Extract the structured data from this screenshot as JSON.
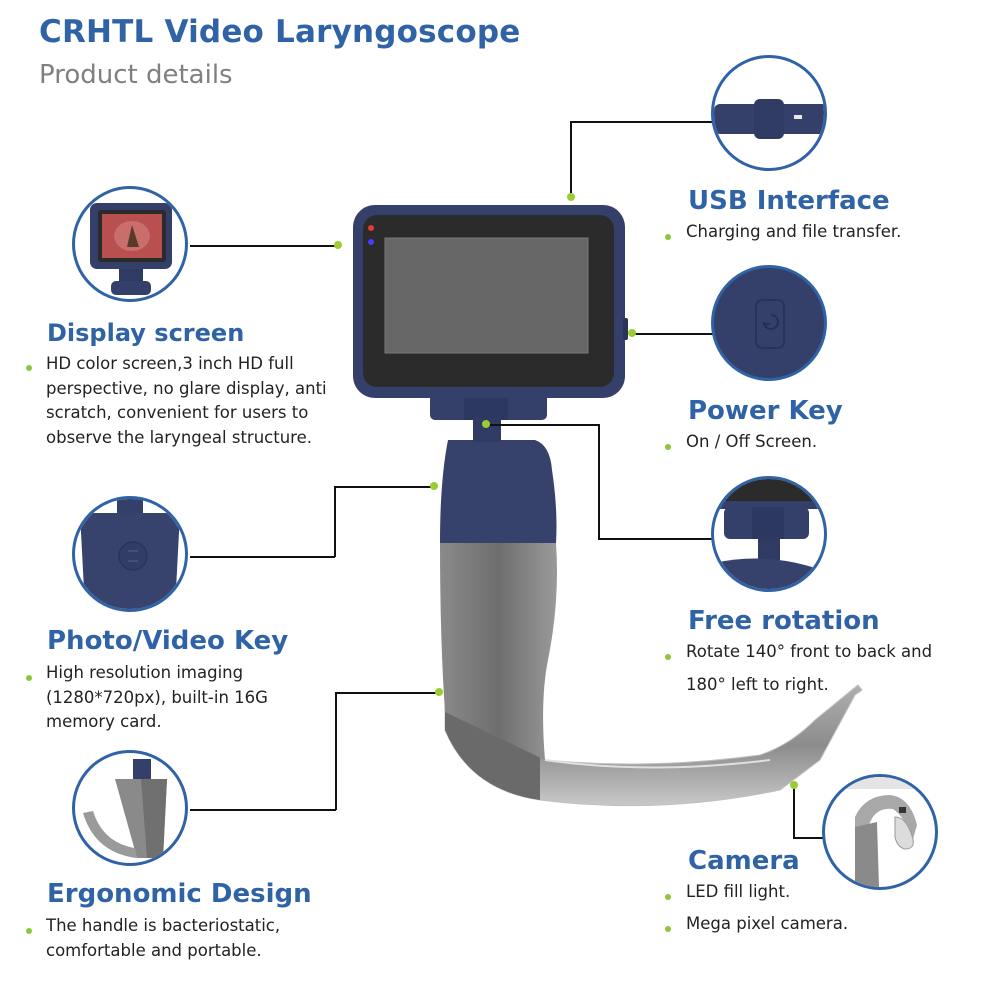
{
  "header": {
    "title": "CRHTL Video Laryngoscope",
    "subtitle": "Product details"
  },
  "features": {
    "display": {
      "title": "Display screen",
      "desc": "HD color screen,3 inch HD full perspective, no glare display, anti scratch, convenient for users to observe the laryngeal structure.",
      "icon": "display-screen-closeup"
    },
    "photo": {
      "title": "Photo/Video Key",
      "desc": "High resolution imaging (1280*720px), built-in 16G memory card.",
      "icon": "photo-video-button-closeup"
    },
    "ergonomic": {
      "title": "Ergonomic Design",
      "desc": "The handle is bacteriostatic, comfortable and portable.",
      "icon": "blade-handle-closeup"
    },
    "usb": {
      "title": "USB Interface",
      "desc": "Charging and file transfer.",
      "icon": "usb-port-closeup"
    },
    "power": {
      "title": "Power Key",
      "desc": "On / Off Screen.",
      "icon": "power-button-closeup"
    },
    "rotation": {
      "title": "Free rotation",
      "desc1": "Rotate 140° front to back and",
      "desc2": "180° left to right.",
      "icon": "hinge-closeup"
    },
    "camera": {
      "title": "Camera",
      "desc1": "LED fill light.",
      "desc2": "Mega pixel camera.",
      "icon": "camera-tip-closeup"
    }
  },
  "colors": {
    "brand_blue": "#2f63a6",
    "device_navy": "#34406a",
    "bullet_green": "#8cc63f",
    "text_gray": "#808080"
  }
}
